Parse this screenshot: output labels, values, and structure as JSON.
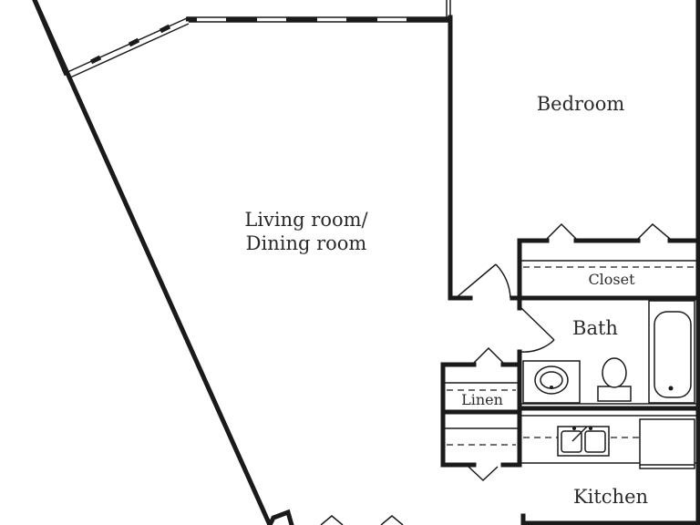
{
  "rooms": {
    "bedroom": "Bedroom",
    "living_line1": "Living room/",
    "living_line2": "Dining room",
    "closet": "Closet",
    "bath": "Bath",
    "linen": "Linen",
    "kitchen": "Kitchen"
  }
}
